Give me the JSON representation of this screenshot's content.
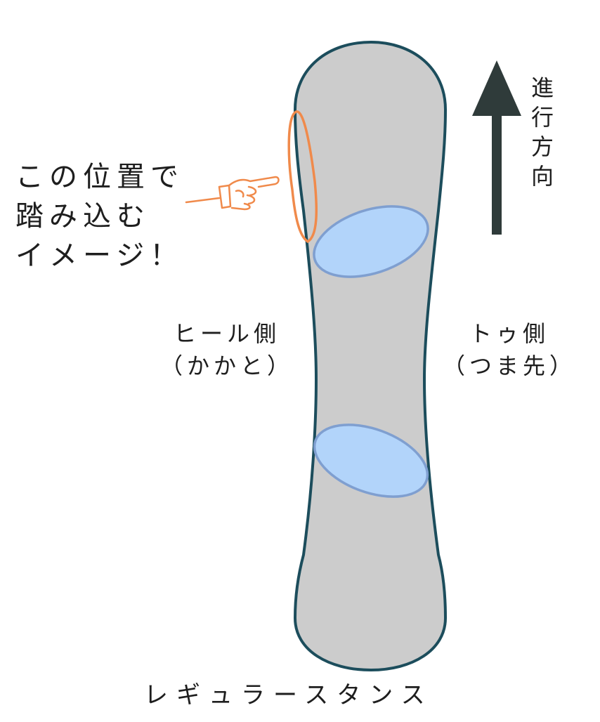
{
  "callout": {
    "line1": "この位置で",
    "line2": "踏み込む",
    "line3": "イメージ！"
  },
  "heel_side": {
    "title": "ヒール側",
    "note": "（かかと）"
  },
  "toe_side": {
    "title": "トゥ側",
    "note": "（つま先）"
  },
  "direction": {
    "label": "進行方向"
  },
  "stance": {
    "label": "レギュラースタンス"
  },
  "colors": {
    "board_fill": "#cccccc",
    "board_outline": "#1c4d5c",
    "binding_fill": "#b2d4fa",
    "binding_outline": "#7f9fd0",
    "highlight": "#f08a4b",
    "arrow": "#2f3b3a",
    "text": "#1e1e1e"
  },
  "icons": {
    "pointer": "pointing-hand-icon",
    "arrow": "up-arrow-icon"
  }
}
